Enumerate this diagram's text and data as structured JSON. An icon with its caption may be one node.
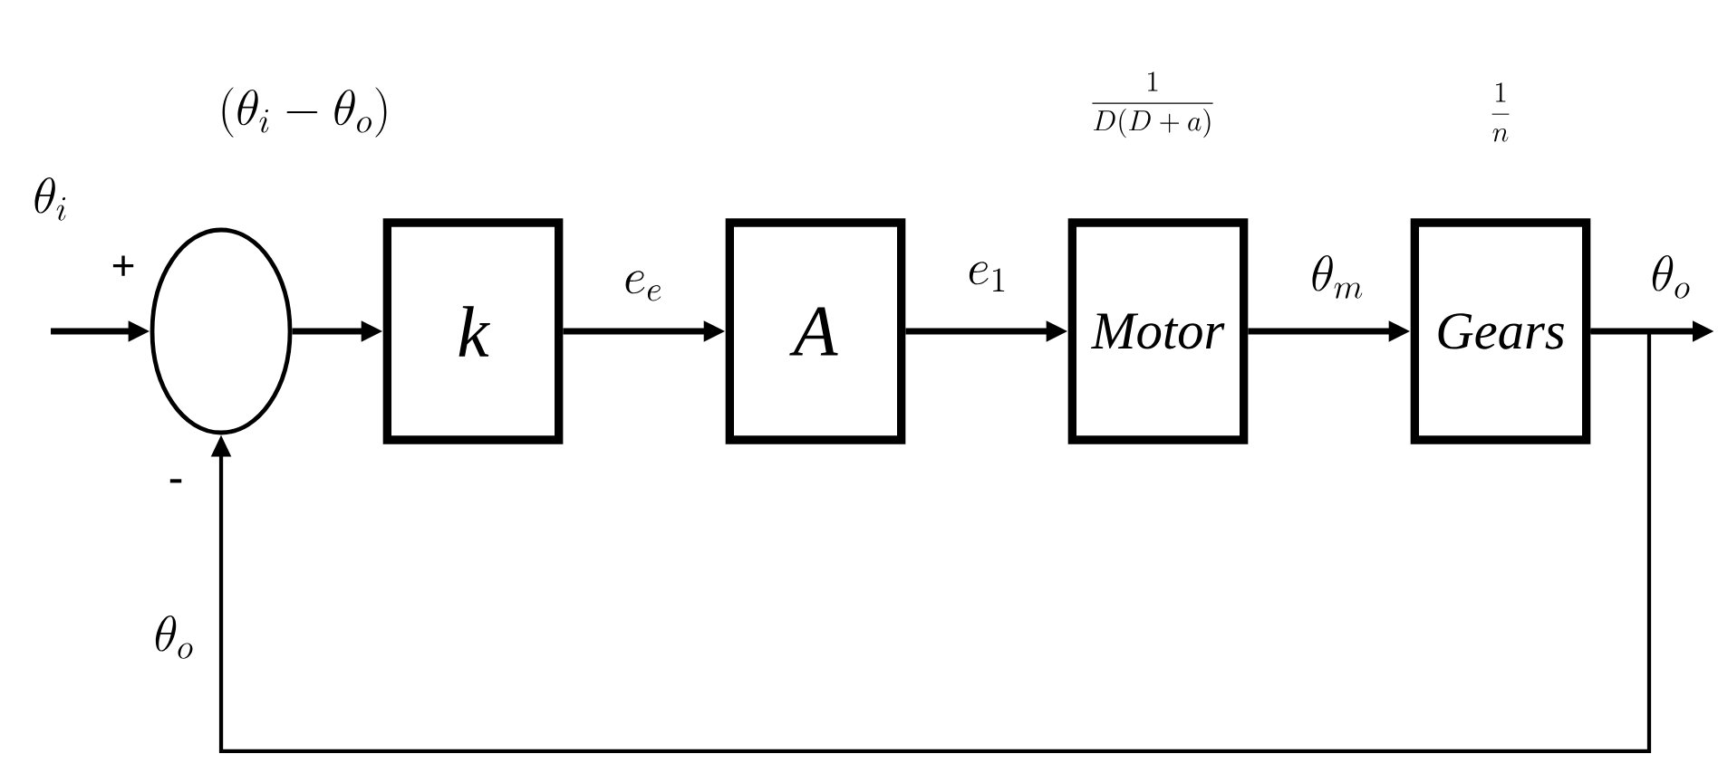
{
  "diagram": {
    "nodes": [
      {
        "text": [],
        "shape": "circle",
        "beside": [
          "(\\theta_i-\\theta_o)"
        ]
      },
      {
        "text": [
          "k"
        ]
      },
      {
        "text": [
          "A"
        ]
      },
      {
        "text": [
          "Motor"
        ],
        "beside": [
          "\\frac{1}{D(D+a)}"
        ]
      },
      {
        "text": [
          "Gears"
        ],
        "beside": [
          "\\frac{1}{n}"
        ]
      }
    ],
    "edges": [
      {
        "from": null,
        "to": 0,
        "arrow": "to",
        "label": "\\theta_i"
      },
      {
        "from": 0,
        "to": 1,
        "arrow": "to"
      },
      {
        "from": 1,
        "to": 2,
        "arrow": "to",
        "label": "e_e"
      },
      {
        "from": 2,
        "to": 3,
        "arrow": "to",
        "label": "e_1"
      },
      {
        "from": 3,
        "to": 4,
        "arrow": "to",
        "label": "\\theta_m"
      },
      {
        "from": 4,
        "to": null,
        "arrow": "to",
        "label": "\\theta_o"
      },
      {
        "from": 4,
        "to": 0,
        "arrow": "to",
        "label": "\\theta_o"
      }
    ],
    "labels": [
      "+",
      "-"
    ]
  }
}
